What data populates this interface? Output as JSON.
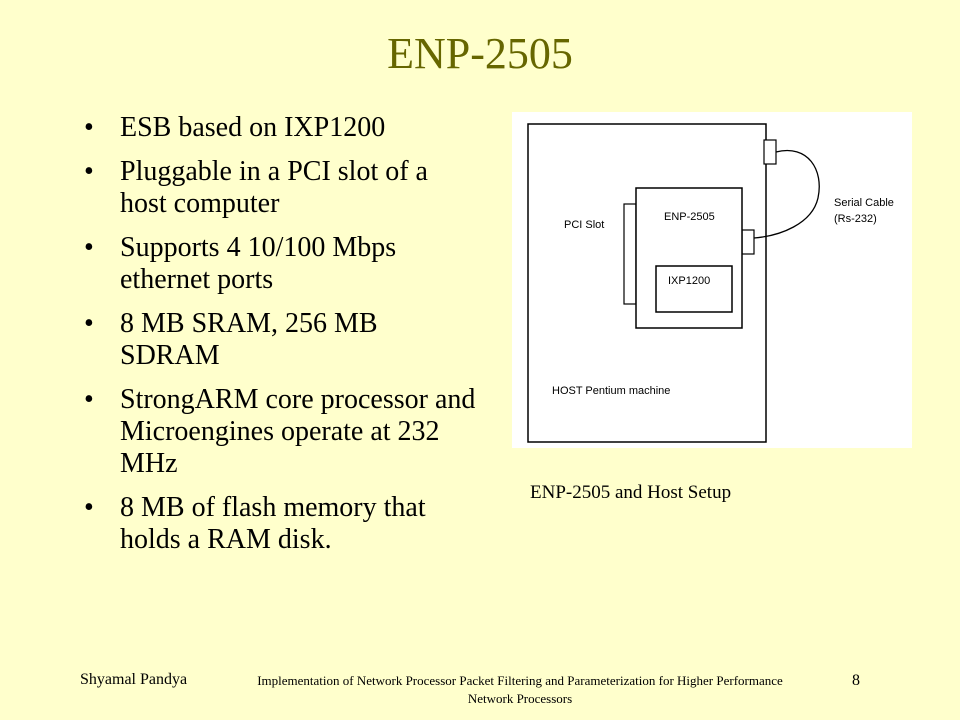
{
  "slide": {
    "title": "ENP-2505",
    "bullets": [
      "ESB based on IXP1200",
      "Pluggable in a PCI slot of a host computer",
      "Supports 4 10/100 Mbps ethernet ports",
      "8 MB SRAM, 256 MB SDRAM",
      "StrongARM core processor and Microengines operate at 232 MHz",
      "8 MB of flash memory that holds a RAM disk."
    ],
    "bullet_symbol": "•"
  },
  "figure": {
    "caption": "ENP-2505 and Host Setup",
    "labels": {
      "pci_slot": "PCI Slot",
      "enp": "ENP-2505",
      "ixp": "IXP1200",
      "host": "HOST Pentium machine",
      "serial_line1": "Serial Cable",
      "serial_line2": "(Rs-232)"
    }
  },
  "footer": {
    "author": "Shyamal Pandya",
    "subtitle": "Implementation of Network Processor Packet Filtering and Parameterization for Higher Performance Network Processors",
    "page_number": "8"
  }
}
